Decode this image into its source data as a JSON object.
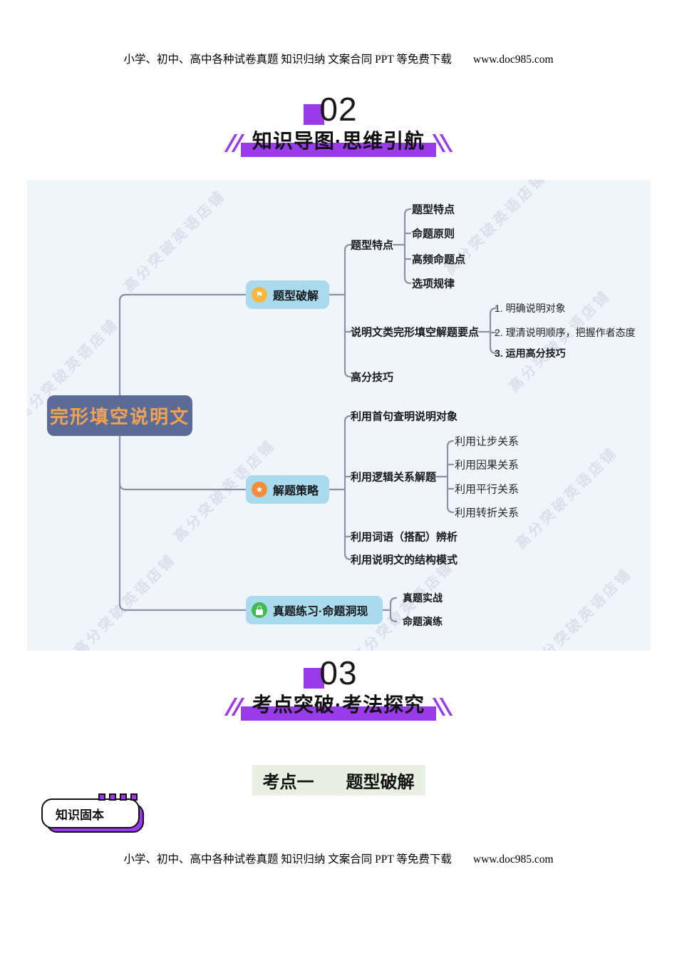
{
  "page": {
    "header_line": "小学、初中、高中各种试卷真题 知识归纳 文案合同 PPT 等免费下载",
    "header_url": "www.doc985.com",
    "footer_line": "小学、初中、高中各种试卷真题 知识归纳 文案合同 PPT 等免费下载",
    "footer_url": "www.doc985.com"
  },
  "sections": {
    "s02": {
      "number": "02",
      "title": "知识导图·思维引航"
    },
    "s03": {
      "number": "03",
      "title": "考点突破·考法探究"
    }
  },
  "exam_point": {
    "label": "考点一",
    "title": "题型破解"
  },
  "knowledge_badge": {
    "label": "知识固本"
  },
  "mindmap": {
    "watermark": "高分突破英语店铺",
    "root": {
      "label": "完形填空说明文"
    },
    "branches": [
      {
        "label": "题型破解",
        "icon": "flag-icon",
        "children": [
          {
            "label": "题型特点",
            "children": [
              {
                "label": "题型特点"
              },
              {
                "label": "命题原则"
              },
              {
                "label": "高频命题点"
              },
              {
                "label": "选项规律"
              }
            ]
          },
          {
            "label": "说明文类完形填空解题要点",
            "children": [
              {
                "label": "1. 明确说明对象"
              },
              {
                "label": "2. 理清说明顺序，把握作者态度"
              },
              {
                "label": "3. 运用高分技巧"
              }
            ]
          },
          {
            "label": "高分技巧",
            "children": []
          }
        ]
      },
      {
        "label": "解题策略",
        "icon": "star-icon",
        "children": [
          {
            "label": "利用首句查明说明对象",
            "children": []
          },
          {
            "label": "利用逻辑关系解题",
            "children": [
              {
                "label": "利用让步关系"
              },
              {
                "label": "利用因果关系"
              },
              {
                "label": "利用平行关系"
              },
              {
                "label": "利用转折关系"
              }
            ]
          },
          {
            "label": "利用词语（搭配）辨析",
            "children": []
          },
          {
            "label": "利用说明文的结构模式",
            "children": []
          }
        ]
      },
      {
        "label": "真题练习·命题洞现",
        "icon": "lock-icon",
        "children": [
          {
            "label": "真题实战",
            "children": []
          },
          {
            "label": "命题演练",
            "children": []
          }
        ]
      }
    ]
  },
  "colors": {
    "accent_purple": "#9b3ae8",
    "mindmap_bg": "#f0f4fb",
    "branch_box_bg": "#a9dbec",
    "root_box_bg": "#5b6b97",
    "root_text": "#f2a254",
    "flag_icon_bg": "#f5b73e",
    "star_icon_bg": "#f28c3d",
    "lock_icon_bg": "#3fbb50",
    "exam_point_bg": "#e9efe1",
    "connector_line": "#8a93a4"
  }
}
